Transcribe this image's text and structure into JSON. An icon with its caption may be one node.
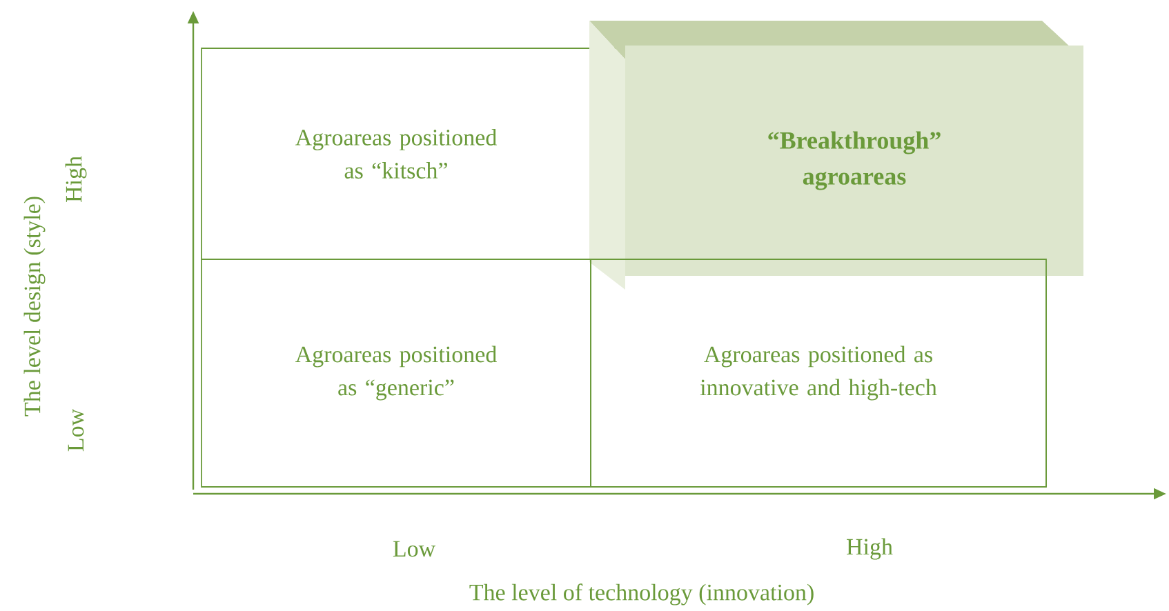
{
  "diagram": {
    "nodes": [
      {
        "text": [
          "Agroareas positioned as “kitsch”"
        ]
      },
      {
        "text": [
          "“Breakthrough” agroareas"
        ]
      },
      {
        "text": [
          "Agroareas positioned as “generic”"
        ]
      },
      {
        "text": [
          "Agroareas positioned as innovative and high-tech"
        ]
      }
    ],
    "edges": [],
    "labels": [
      "The level design (style)",
      "High",
      "Low",
      "Low",
      "High",
      "The level of technology (innovation)"
    ]
  }
}
